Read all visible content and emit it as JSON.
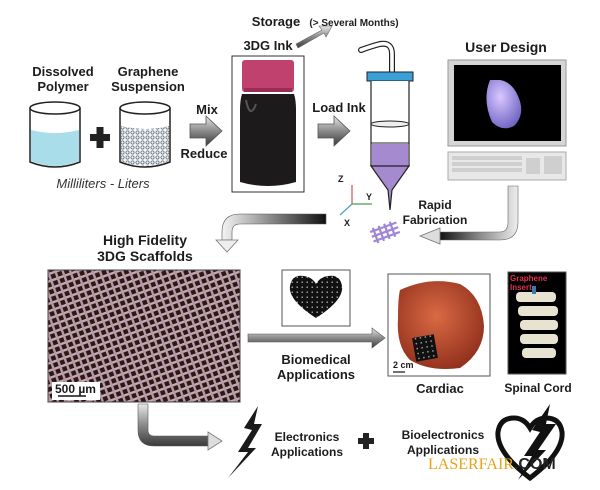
{
  "stage1": {
    "polymer_label_line1": "Dissolved",
    "polymer_label_line2": "Polymer",
    "graphene_label_line1": "Graphene",
    "graphene_label_line2": "Suspension",
    "volume_note": "Milliliters - Liters",
    "plus_symbol": "+"
  },
  "stage2": {
    "mix_label": "Mix",
    "reduce_label": "Reduce",
    "ink_label": "3DG Ink",
    "storage_label": "Storage",
    "storage_duration": "(> Several Months)"
  },
  "stage3": {
    "load_label": "Load Ink",
    "rapid_line1": "Rapid",
    "rapid_line2": "Fabrication",
    "axis_z": "Z",
    "axis_y": "Y",
    "axis_x": "X",
    "user_design_label": "User Design"
  },
  "stage4": {
    "scaffold_line1": "High Fidelity",
    "scaffold_line2": "3DG Scaffolds",
    "scale_bar": "500 µm",
    "biomedical_line1": "Biomedical",
    "biomedical_line2": "Applications",
    "cardiac_label": "Cardiac",
    "cardiac_scale": "2 cm",
    "spinal_label": "Spinal Cord",
    "graphene_insert_line1": "Graphene",
    "graphene_insert_line2": "Insert"
  },
  "stage5": {
    "electronics_line1": "Electronics",
    "electronics_line2": "Applications",
    "plus_symbol": "+",
    "bioelectronics_line1": "Bioelectronics",
    "bioelectronics_line2": "Applications"
  },
  "watermark": {
    "part1": "LASERFAIR",
    "part2": ".COM",
    "color1": "#e8a317",
    "color2": "#222222"
  },
  "colors": {
    "polymer_liquid": "#a8dde9",
    "ink_cap": "#c0406e",
    "syringe_cap": "#3aa0d8",
    "syringe_fill": "#a58ad0",
    "heart_model": "#8f86d8",
    "scaffold": "#c9aabb",
    "cardiac_tissue": "#b84a2c"
  }
}
